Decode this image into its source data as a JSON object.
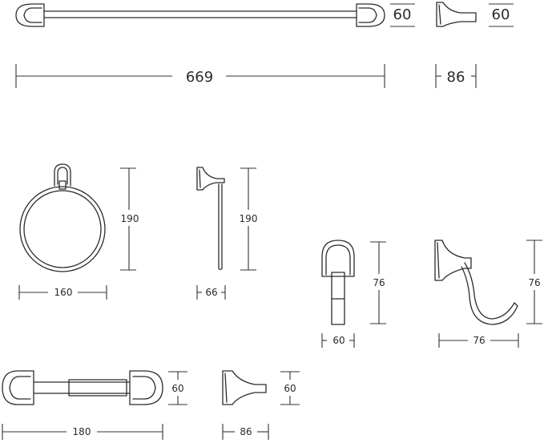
{
  "dimensions": {
    "towel_bar_height": "60",
    "towel_bar_side_height": "60",
    "towel_bar_length": "669",
    "towel_bar_depth": "86",
    "ring_height": "190",
    "ring_width": "160",
    "side_ring_height": "190",
    "side_ring_depth": "66",
    "hook_height": "76",
    "hook_width": "60",
    "side_hook_height": "76",
    "side_hook_depth": "76",
    "paper_holder_height": "60",
    "paper_holder_length": "180",
    "paper_side_height": "60",
    "paper_side_depth": "86"
  },
  "colors": {
    "line": "#2b2b2b",
    "background": "#ffffff"
  }
}
